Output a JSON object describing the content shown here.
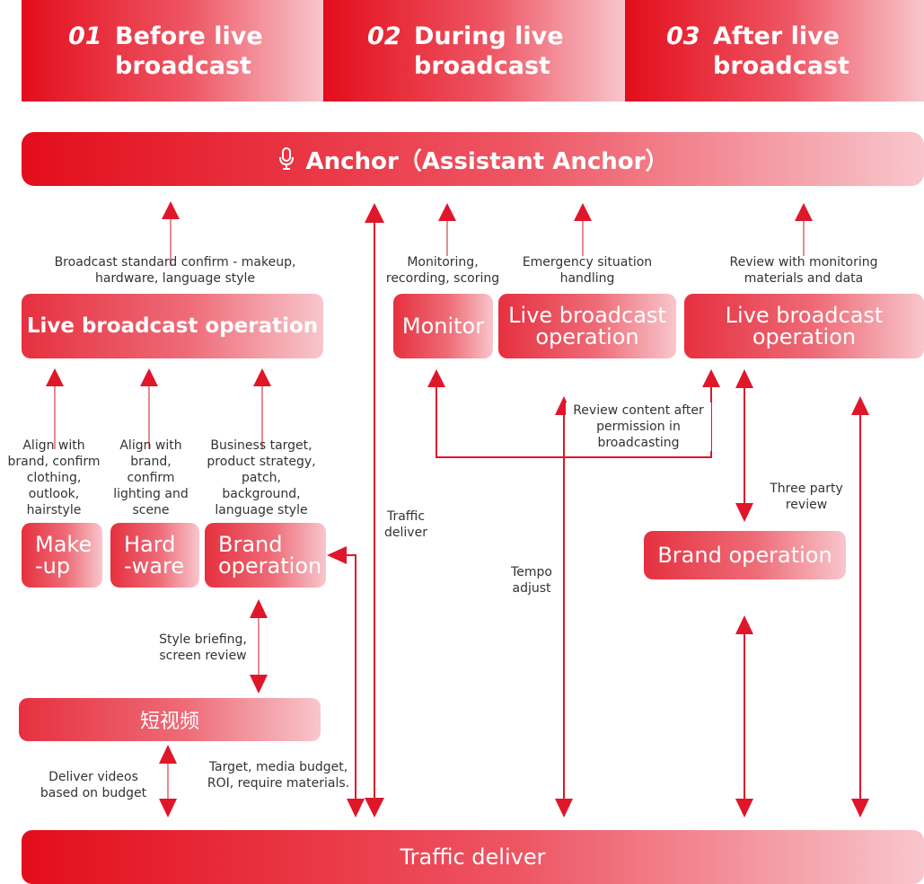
{
  "phases": [
    {
      "num": "01",
      "title": "Before live\nbroadcast"
    },
    {
      "num": "02",
      "title": "During live\nbroadcast"
    },
    {
      "num": "03",
      "title": "After live\nbroadcast"
    }
  ],
  "anchor": {
    "icon": "microphone-icon",
    "label": "Anchor（Assistant Anchor）"
  },
  "boxes": {
    "live_op_before": "Live broadcast operation",
    "monitor": "Monitor",
    "live_op_during": "Live broadcast\noperation",
    "live_op_after": "Live broadcast\noperation",
    "makeup": "Make\n-up",
    "hardware": "Hard\n-ware",
    "brand_op_before": "Brand\noperation",
    "brand_op_after": "Brand operation",
    "short_video": "短视频",
    "traffic_deliver": "Traffic deliver"
  },
  "labels": {
    "broadcast_standard": "Broadcast standard confirm - makeup,\nhardware, language style",
    "monitoring": "Monitoring,\nrecording, scoring",
    "emergency": "Emergency situation\nhandling",
    "review_monitoring": "Review with monitoring\nmaterials and data",
    "align_makeup": "Align with\nbrand, confirm\nclothing,\noutlook,\nhairstyle",
    "align_hardware": "Align with\nbrand,\nconfirm\nlighting and\nscene",
    "business_target": "Business target,\nproduct strategy,\npatch,\nbackground,\nlanguage style",
    "traffic_deliver_mid": "Traffic\ndeliver",
    "review_content": "Review content after\npermission in\nbroadcasting",
    "three_party": "Three party\nreview",
    "tempo": "Tempo\nadjust",
    "style_briefing": "Style briefing,\nscreen review",
    "deliver_videos": "Deliver videos\nbased on budget",
    "target_media": "Target, media budget,\nROI, require materials."
  },
  "colors": {
    "accent": "#e30d1c",
    "arrow": "#e0162a",
    "text": "#333333"
  }
}
